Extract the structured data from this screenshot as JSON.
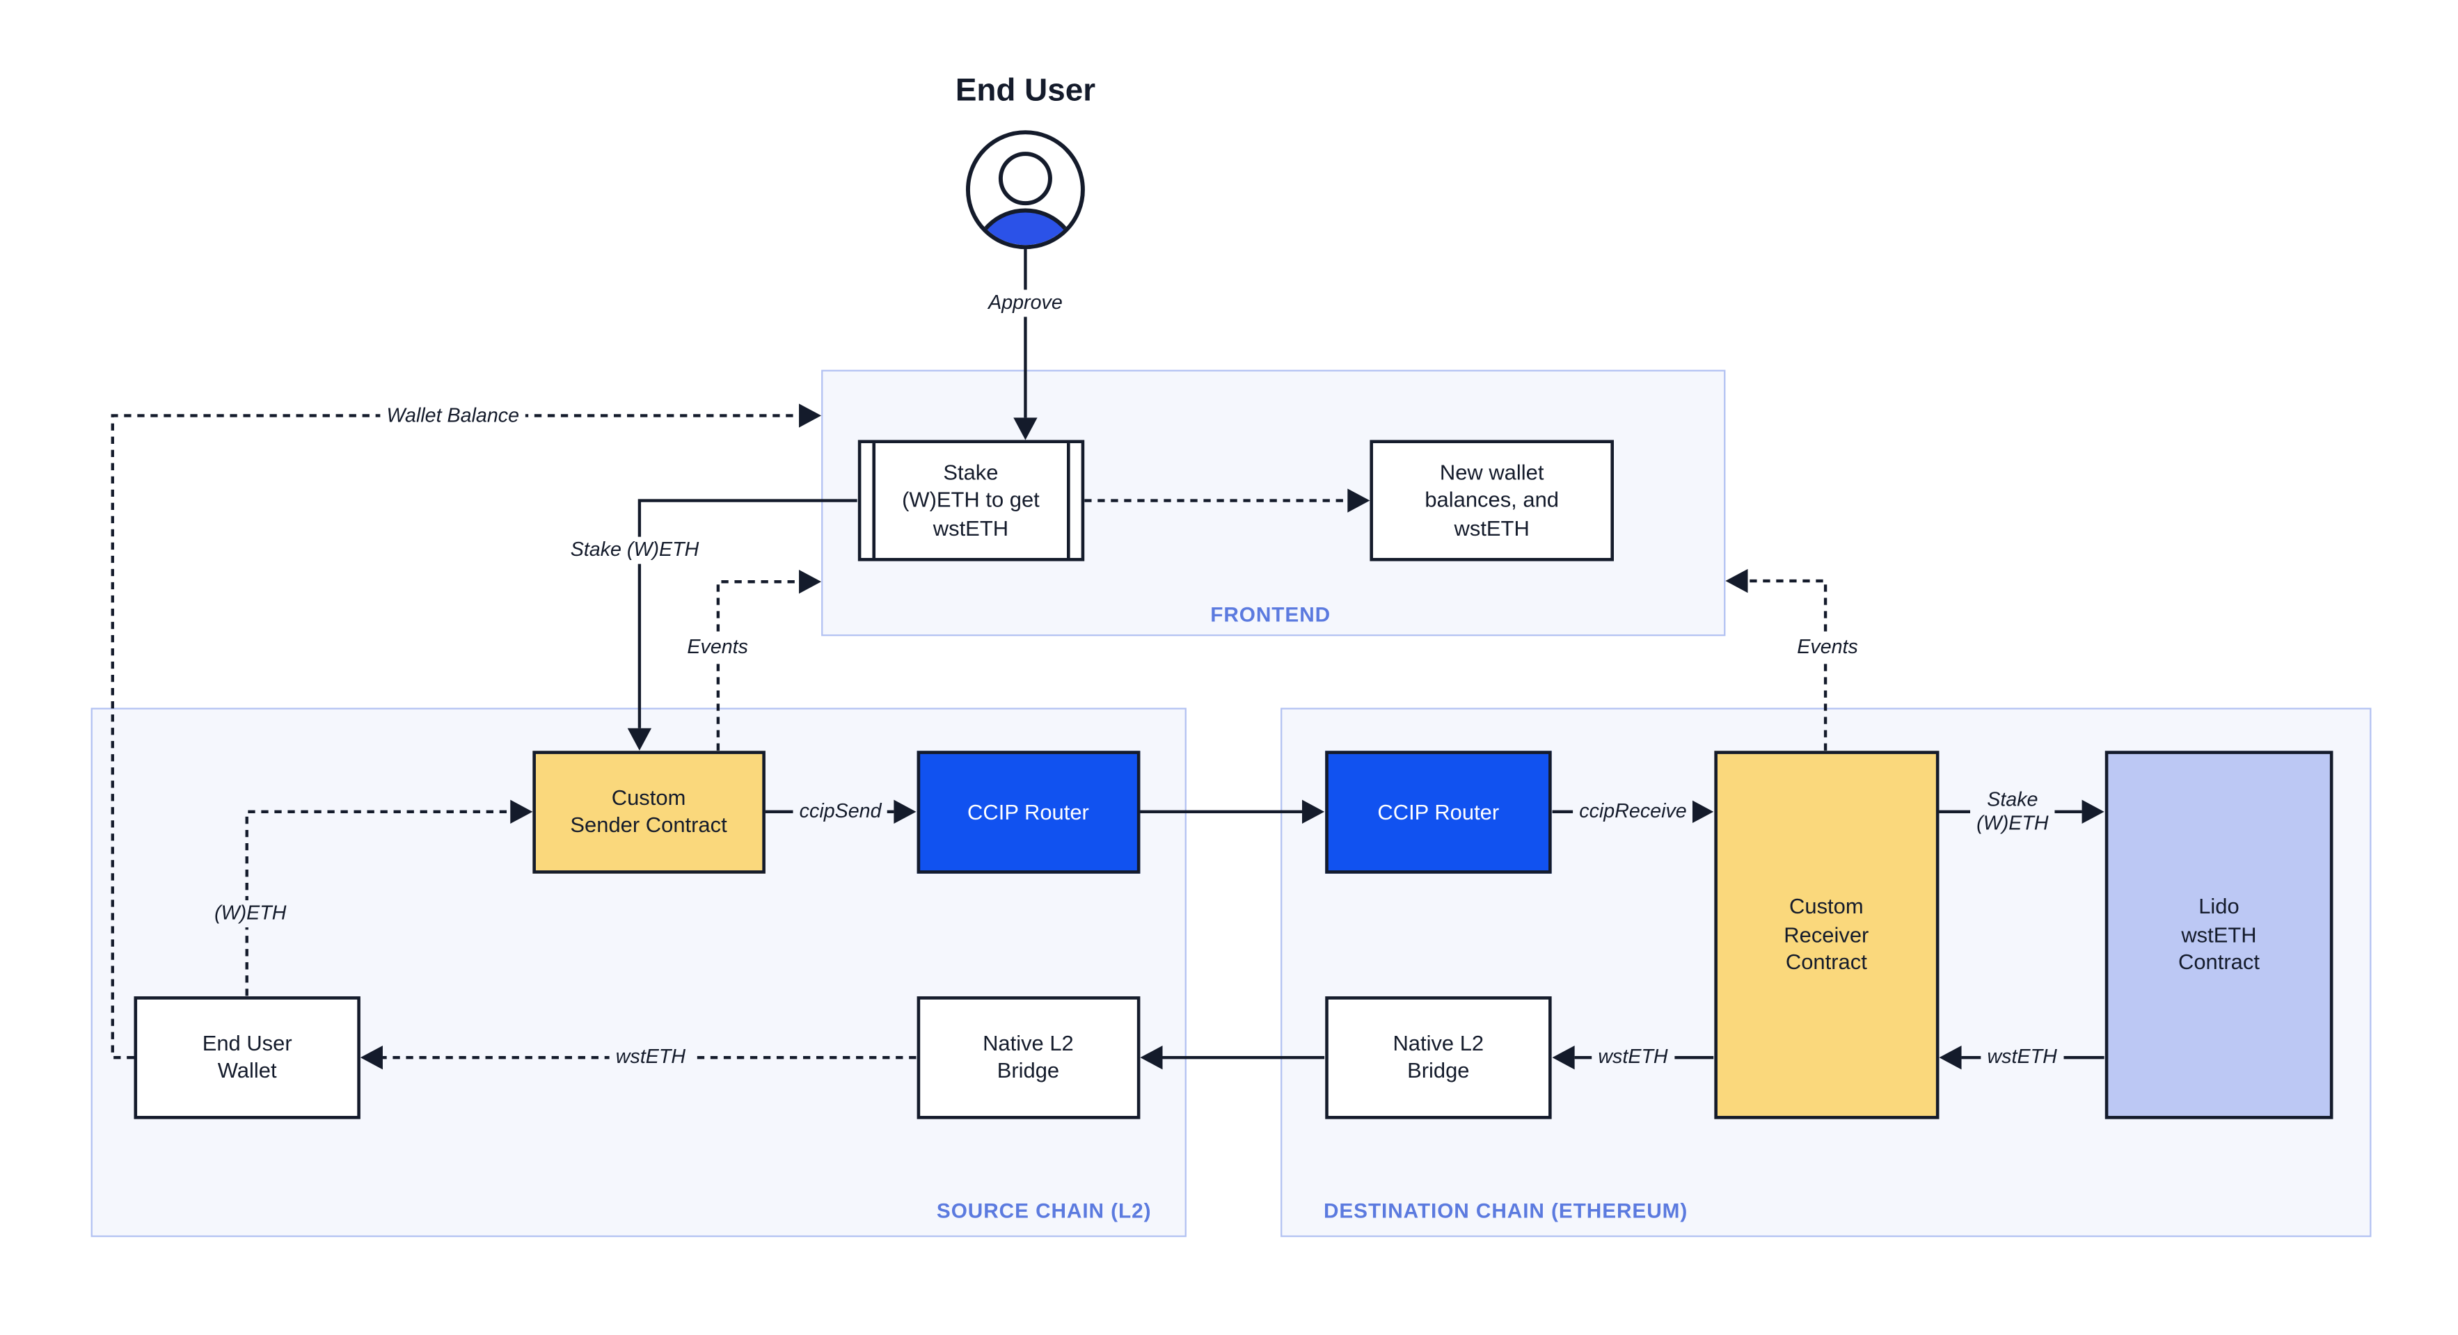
{
  "end_user": {
    "title": "End User"
  },
  "frontend": {
    "label": "FRONTEND",
    "stake_box": "Stake\n(W)ETH to get\nwstETH",
    "new_wallet_box": "New wallet\nbalances, and\nwstETH"
  },
  "source_chain": {
    "label": "SOURCE CHAIN (L2)",
    "sender": "Custom\nSender Contract",
    "router": "CCIP Router",
    "wallet": "End User\nWallet",
    "bridge": "Native L2\nBridge"
  },
  "destination_chain": {
    "label": "DESTINATION CHAIN (ETHEREUM)",
    "router": "CCIP Router",
    "receiver": "Custom\nReceiver\nContract",
    "lido": "Lido\nwstETH\nContract",
    "bridge": "Native L2\nBridge"
  },
  "edges": {
    "approve": "Approve",
    "wallet_balance": "Wallet Balance",
    "stake_weth": "Stake (W)ETH",
    "events_left": "Events",
    "events_right": "Events",
    "ccip_send": "ccipSend",
    "ccip_receive": "ccipReceive",
    "stake_weth_right": "Stake\n(W)ETH",
    "weth": "(W)ETH",
    "wsteth_to_wallet": "wstETH",
    "wsteth_to_bridge": "wstETH",
    "wsteth_to_receiver": "wstETH"
  },
  "colors": {
    "accent_blue": "#1152F0",
    "node_yellow": "#FAD87C",
    "node_lavender": "#BCC8F4",
    "container_bg": "#F5F7FD",
    "container_border": "#B3C2F2",
    "label_blue": "#5B7ADF",
    "ink": "#141B2B",
    "person_blue": "#2B52E8"
  }
}
